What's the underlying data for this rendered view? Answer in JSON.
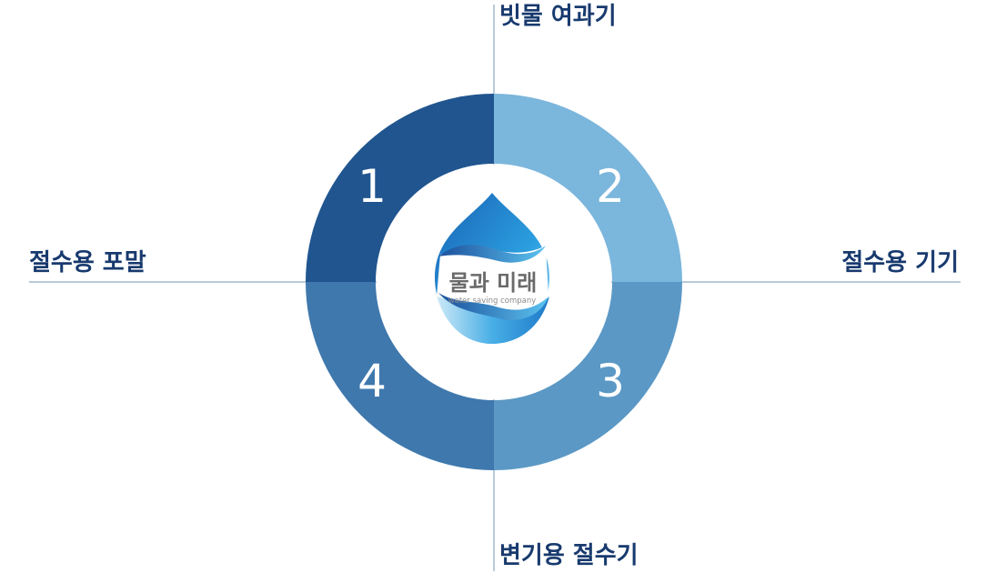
{
  "diagram": {
    "labels": {
      "top": "빗물 여과기",
      "left": "절수용 포말",
      "right": "절수용 기기",
      "bottom": "변기용 절수기"
    },
    "segments": [
      {
        "number": "1",
        "color": "#20558f"
      },
      {
        "number": "2",
        "color": "#7bb6dc"
      },
      {
        "number": "3",
        "color": "#5b98c5"
      },
      {
        "number": "4",
        "color": "#3f78ad"
      }
    ],
    "axis_color": "#b9cad8"
  },
  "logo": {
    "name": "물과 미래",
    "tagline": "water saving company"
  }
}
